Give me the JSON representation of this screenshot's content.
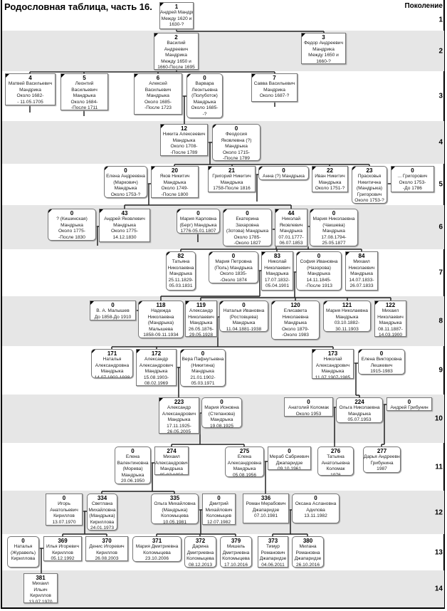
{
  "title": "Родословная таблица, часть 16.",
  "generation_header": "Поколение",
  "generations": [
    "1",
    "2",
    "3",
    "4",
    "5",
    "6",
    "7",
    "8",
    "9",
    "10",
    "11",
    "12",
    "13",
    "14"
  ],
  "persons": [
    {
      "num": "1",
      "gen": 1,
      "female": false,
      "lines": [
        "Андрей Мандрика",
        "Между 1620 и",
        "1630-?"
      ]
    },
    {
      "num": "2",
      "gen": 2,
      "female": false,
      "lines": [
        "Василий",
        "Андреевич",
        "Мандрика",
        "Между 1650 и",
        "1660-После 1695"
      ]
    },
    {
      "num": "3",
      "gen": 2,
      "female": false,
      "lines": [
        "Федор Андреевич",
        "Мандрика",
        "Между 1650 и",
        "1660-?"
      ]
    },
    {
      "num": "4",
      "gen": 3,
      "female": false,
      "lines": [
        "Матвей Васильевич",
        "Мандрика",
        "Около 1682-",
        "- 11.05.1705"
      ]
    },
    {
      "num": "5",
      "gen": 3,
      "female": false,
      "lines": [
        "Леонтий",
        "Васильевич",
        "Мандрыка",
        "Около 1684-",
        "-После 1711"
      ]
    },
    {
      "num": "6",
      "gen": 3,
      "female": false,
      "lines": [
        "Алексей",
        "Васильевич",
        "Мандрыка",
        "Около 1685-",
        "-После 1723"
      ]
    },
    {
      "num": "0",
      "gen": 3,
      "female": true,
      "lines": [
        "Варвара",
        "Леонтьевна",
        "(Полуботок)",
        "Мандрыка",
        "Около 1685-",
        "-?"
      ]
    },
    {
      "num": "7",
      "gen": 3,
      "female": false,
      "lines": [
        "Савва Васильевич",
        "Мандрика",
        "Около 1687-?"
      ]
    },
    {
      "num": "12",
      "gen": 4,
      "female": false,
      "lines": [
        "Никита Алексеевич",
        "Мандрыка",
        "Около 1708-",
        "-После 1789"
      ]
    },
    {
      "num": "0",
      "gen": 4,
      "female": true,
      "lines": [
        "Феодосия",
        "Яковлевна (?)",
        "Мандрыка",
        "Около 1715-",
        "-После 1789"
      ]
    },
    {
      "num": "0",
      "gen": 5,
      "female": true,
      "lines": [
        "Елена Андреевна",
        "(Маркович)",
        "Мандрыка",
        "Около 1753-?"
      ]
    },
    {
      "num": "20",
      "gen": 5,
      "female": false,
      "lines": [
        "Яков Никитич",
        "Мандрыка",
        "Около 1749-",
        "-После 1800"
      ]
    },
    {
      "num": "21",
      "gen": 5,
      "female": false,
      "lines": [
        "Григорий Никитич",
        "Мандрыка",
        "1758-После 1816"
      ]
    },
    {
      "num": "0",
      "gen": 5,
      "female": true,
      "lines": [
        "Анна (?) Мандрыка"
      ]
    },
    {
      "num": "22",
      "gen": 5,
      "female": false,
      "lines": [
        "Иван Никитич",
        "Мандрыка",
        "Около 1751-?"
      ]
    },
    {
      "num": "23",
      "gen": 5,
      "female": true,
      "lines": [
        "Прасковья",
        "Никитична",
        "(Мандрыка)",
        "Григорович",
        "Около 1753-?"
      ]
    },
    {
      "num": "0",
      "gen": 5,
      "female": false,
      "lines": [
        "... Григорович",
        "Около 1753-",
        "-До 1786"
      ]
    },
    {
      "num": "0",
      "gen": 6,
      "female": true,
      "lines": [
        "? (Кишинская)",
        "Мандрыка",
        "Около 1775-",
        "-После 1830"
      ]
    },
    {
      "num": "43",
      "gen": 6,
      "female": false,
      "lines": [
        "Андрей Яковлевич",
        "Мандрыка",
        "Около 1775-",
        "14.12.1830"
      ]
    },
    {
      "num": "0",
      "gen": 6,
      "female": true,
      "lines": [
        "Мария Карловна",
        "(Берг) Мандрыка",
        "1776-05.01.1807"
      ]
    },
    {
      "num": "0",
      "gen": 6,
      "female": true,
      "lines": [
        "Екатерина",
        "Захаровна",
        "(Зотова) Мандрыка",
        "Около 1785-",
        "-Около 1827"
      ]
    },
    {
      "num": "44",
      "gen": 6,
      "female": false,
      "lines": [
        "Николай",
        "Яковлевич",
        "Мандрыка",
        "07.01.1777-",
        "06.07.1853"
      ]
    },
    {
      "num": "0",
      "gen": 6,
      "female": true,
      "lines": [
        "Мария Николаевна",
        "(Чакшева)",
        "Мандрыка",
        "17.08.1794-",
        "25.05.1877"
      ]
    },
    {
      "num": "82",
      "gen": 7,
      "female": true,
      "lines": [
        "Татьяна",
        "Николаевна",
        "Мандрыка",
        "25.11.1829-",
        "05.03.1831"
      ]
    },
    {
      "num": "0",
      "gen": 7,
      "female": true,
      "lines": [
        "Мария Петровна",
        "(Поль) Мандрыка",
        "Около 1835-",
        "-Около 1874"
      ]
    },
    {
      "num": "83",
      "gen": 7,
      "female": false,
      "lines": [
        "Николай",
        "Николаевич",
        "Мандрыка",
        "17.07.1832-",
        "05.04.1901"
      ]
    },
    {
      "num": "0",
      "gen": 7,
      "female": true,
      "lines": [
        "София Ивановна",
        "(Назорова)",
        "Мандрыка",
        "14.11.1845-",
        "-После 1913"
      ]
    },
    {
      "num": "84",
      "gen": 7,
      "female": false,
      "lines": [
        "Михаил",
        "Николаевич",
        "Мандрыка",
        "14.07.1833-",
        "26.07.1833"
      ]
    },
    {
      "num": "0",
      "gen": 8,
      "female": false,
      "lines": [
        "В. А. Малышев",
        "До 1858-До 1910"
      ]
    },
    {
      "num": "118",
      "gen": 8,
      "female": true,
      "lines": [
        "Надежда",
        "Николаевна",
        "(Мандрыка)",
        "Малышева",
        "1858-09.11.1934"
      ]
    },
    {
      "num": "119",
      "gen": 8,
      "female": false,
      "lines": [
        "Александр",
        "Николаевич",
        "Мандрыка",
        "26.05.1876-",
        "29.05.1928"
      ]
    },
    {
      "num": "0",
      "gen": 8,
      "female": true,
      "lines": [
        "Наталья Ивановна",
        "(Ростовцева)",
        "Мандрыка",
        "11.04.1881-1938"
      ]
    },
    {
      "num": "120",
      "gen": 8,
      "female": true,
      "lines": [
        "Елисавета",
        "Николаевна",
        "Мандрыка",
        "Около 1879-",
        "-Около 1983"
      ]
    },
    {
      "num": "121",
      "gen": 8,
      "female": true,
      "lines": [
        "Мария Николаевна",
        "Мандрыка",
        "03.10.1882-",
        "30.11.1903"
      ]
    },
    {
      "num": "122",
      "gen": 8,
      "female": false,
      "lines": [
        "Михаил",
        "Николаевич",
        "Мандрыка",
        "08.11.1887-",
        "14.03.1900"
      ]
    },
    {
      "num": "171",
      "gen": 9,
      "female": true,
      "lines": [
        "Наталья",
        "Александровна",
        "Мандрыка",
        "14.07.1902-1938"
      ]
    },
    {
      "num": "172",
      "gen": 9,
      "female": false,
      "lines": [
        "Александр",
        "Александрович",
        "Мандрыка",
        "15.08.1903-",
        "08.02.1969"
      ]
    },
    {
      "num": "0",
      "gen": 9,
      "female": true,
      "lines": [
        "Вера Пафнутьевна",
        "(Никитина)",
        "Мандрыка",
        "21.01.1902-",
        "05.03.1971"
      ]
    },
    {
      "num": "173",
      "gen": 9,
      "female": false,
      "lines": [
        "Николай",
        "Александрович",
        "Мандрыка",
        "11.07.1907-1985"
      ]
    },
    {
      "num": "0",
      "gen": 9,
      "female": true,
      "lines": [
        "Елена Викторовна",
        "Лешкевич",
        "1915-1983"
      ]
    },
    {
      "num": "223",
      "gen": 10,
      "female": false,
      "lines": [
        "Александр",
        "Александрович",
        "Мандрыка",
        "17.11.1925-",
        "26.05.2005"
      ]
    },
    {
      "num": "0",
      "gen": 10,
      "female": true,
      "lines": [
        "Мария Ионовна",
        "(Степанова)",
        "Мандрыка",
        "19.08.1925"
      ]
    },
    {
      "num": "0",
      "gen": 10,
      "female": false,
      "lines": [
        "Анатолий Коломак",
        "Около 1953"
      ]
    },
    {
      "num": "224",
      "gen": 10,
      "female": true,
      "lines": [
        "Ольга Николаевна",
        "Мандрыка",
        "05.07.1953"
      ]
    },
    {
      "num": "0",
      "gen": 10,
      "female": false,
      "lines": [
        "Андрей Грибунин"
      ]
    },
    {
      "num": "0",
      "gen": 11,
      "female": true,
      "lines": [
        "Елена",
        "Валентиновна",
        "(Морева)",
        "Мандрыка",
        "20.06.1950"
      ]
    },
    {
      "num": "274",
      "gen": 11,
      "female": false,
      "lines": [
        "Михаил",
        "Александрович",
        "Мандрыка",
        "05.07.1950"
      ]
    },
    {
      "num": "275",
      "gen": 11,
      "female": true,
      "lines": [
        "Елена",
        "Александровна",
        "Мандрыка",
        "05.08.1956"
      ]
    },
    {
      "num": "0",
      "gen": 11,
      "female": false,
      "lines": [
        "Мераб Сабриевич",
        "Джапаридзе",
        "09.10.1961"
      ]
    },
    {
      "num": "276",
      "gen": 11,
      "female": true,
      "lines": [
        "Татьяна",
        "Анатольевна",
        "Коломак",
        "1976"
      ]
    },
    {
      "num": "277",
      "gen": 11,
      "female": true,
      "lines": [
        "Дарья Андреевна",
        "Грибунина",
        "1987"
      ]
    },
    {
      "num": "0",
      "gen": 12,
      "female": false,
      "lines": [
        "Игорь",
        "Анатольевич",
        "Кириллов",
        "13.07.1970"
      ]
    },
    {
      "num": "334",
      "gen": 12,
      "female": true,
      "lines": [
        "Светлана",
        "Михайловна",
        "(Мандрыка)",
        "Кириллова",
        "24.01.1973"
      ]
    },
    {
      "num": "335",
      "gen": 12,
      "female": true,
      "lines": [
        "Ольга Михайловна",
        "(Мандрыка)",
        "Коломыцева",
        "10.05.1981"
      ]
    },
    {
      "num": "0",
      "gen": 12,
      "female": false,
      "lines": [
        "Дмитрий",
        "Михайлович",
        "Коломыцев",
        "12.07.1982"
      ]
    },
    {
      "num": "336",
      "gen": 12,
      "female": false,
      "lines": [
        "Роман Мерабович",
        "Джапаридзе",
        "07.10.1981"
      ]
    },
    {
      "num": "0",
      "gen": 12,
      "female": true,
      "lines": [
        "Оксана Аслановна",
        "Адилова",
        "13.11.1982"
      ]
    },
    {
      "num": "0",
      "gen": 13,
      "female": true,
      "lines": [
        "Наталья",
        "(Журавель)",
        "Кириллова"
      ]
    },
    {
      "num": "369",
      "gen": 13,
      "female": false,
      "lines": [
        "Илья Игоревич",
        "Кириллов",
        "05.12.1992"
      ]
    },
    {
      "num": "370",
      "gen": 13,
      "female": false,
      "lines": [
        "Денис Игоревич",
        "Кириллов",
        "26.08.2003"
      ]
    },
    {
      "num": "371",
      "gen": 13,
      "female": true,
      "lines": [
        "Мария Дмитриевна",
        "Коломыцева",
        "23.10.2006"
      ]
    },
    {
      "num": "372",
      "gen": 13,
      "female": true,
      "lines": [
        "Дарина",
        "Дмитриевна",
        "Коломыцева",
        "08.12.2013"
      ]
    },
    {
      "num": "379",
      "gen": 13,
      "female": true,
      "lines": [
        "Мишель",
        "Дмитриевна",
        "Коломыцева",
        "17.10.2016"
      ]
    },
    {
      "num": "373",
      "gen": 13,
      "female": false,
      "lines": [
        "Тимур",
        "Романович",
        "Джапаридзе",
        "04.06.2011"
      ]
    },
    {
      "num": "380",
      "gen": 13,
      "female": true,
      "lines": [
        "Милана",
        "Романовна",
        "Джапаридзе",
        "26.10.2016"
      ]
    },
    {
      "num": "381",
      "gen": 14,
      "female": false,
      "lines": [
        "Михаил",
        "Ильич",
        "Кириллов",
        "13.07.1970"
      ]
    }
  ]
}
